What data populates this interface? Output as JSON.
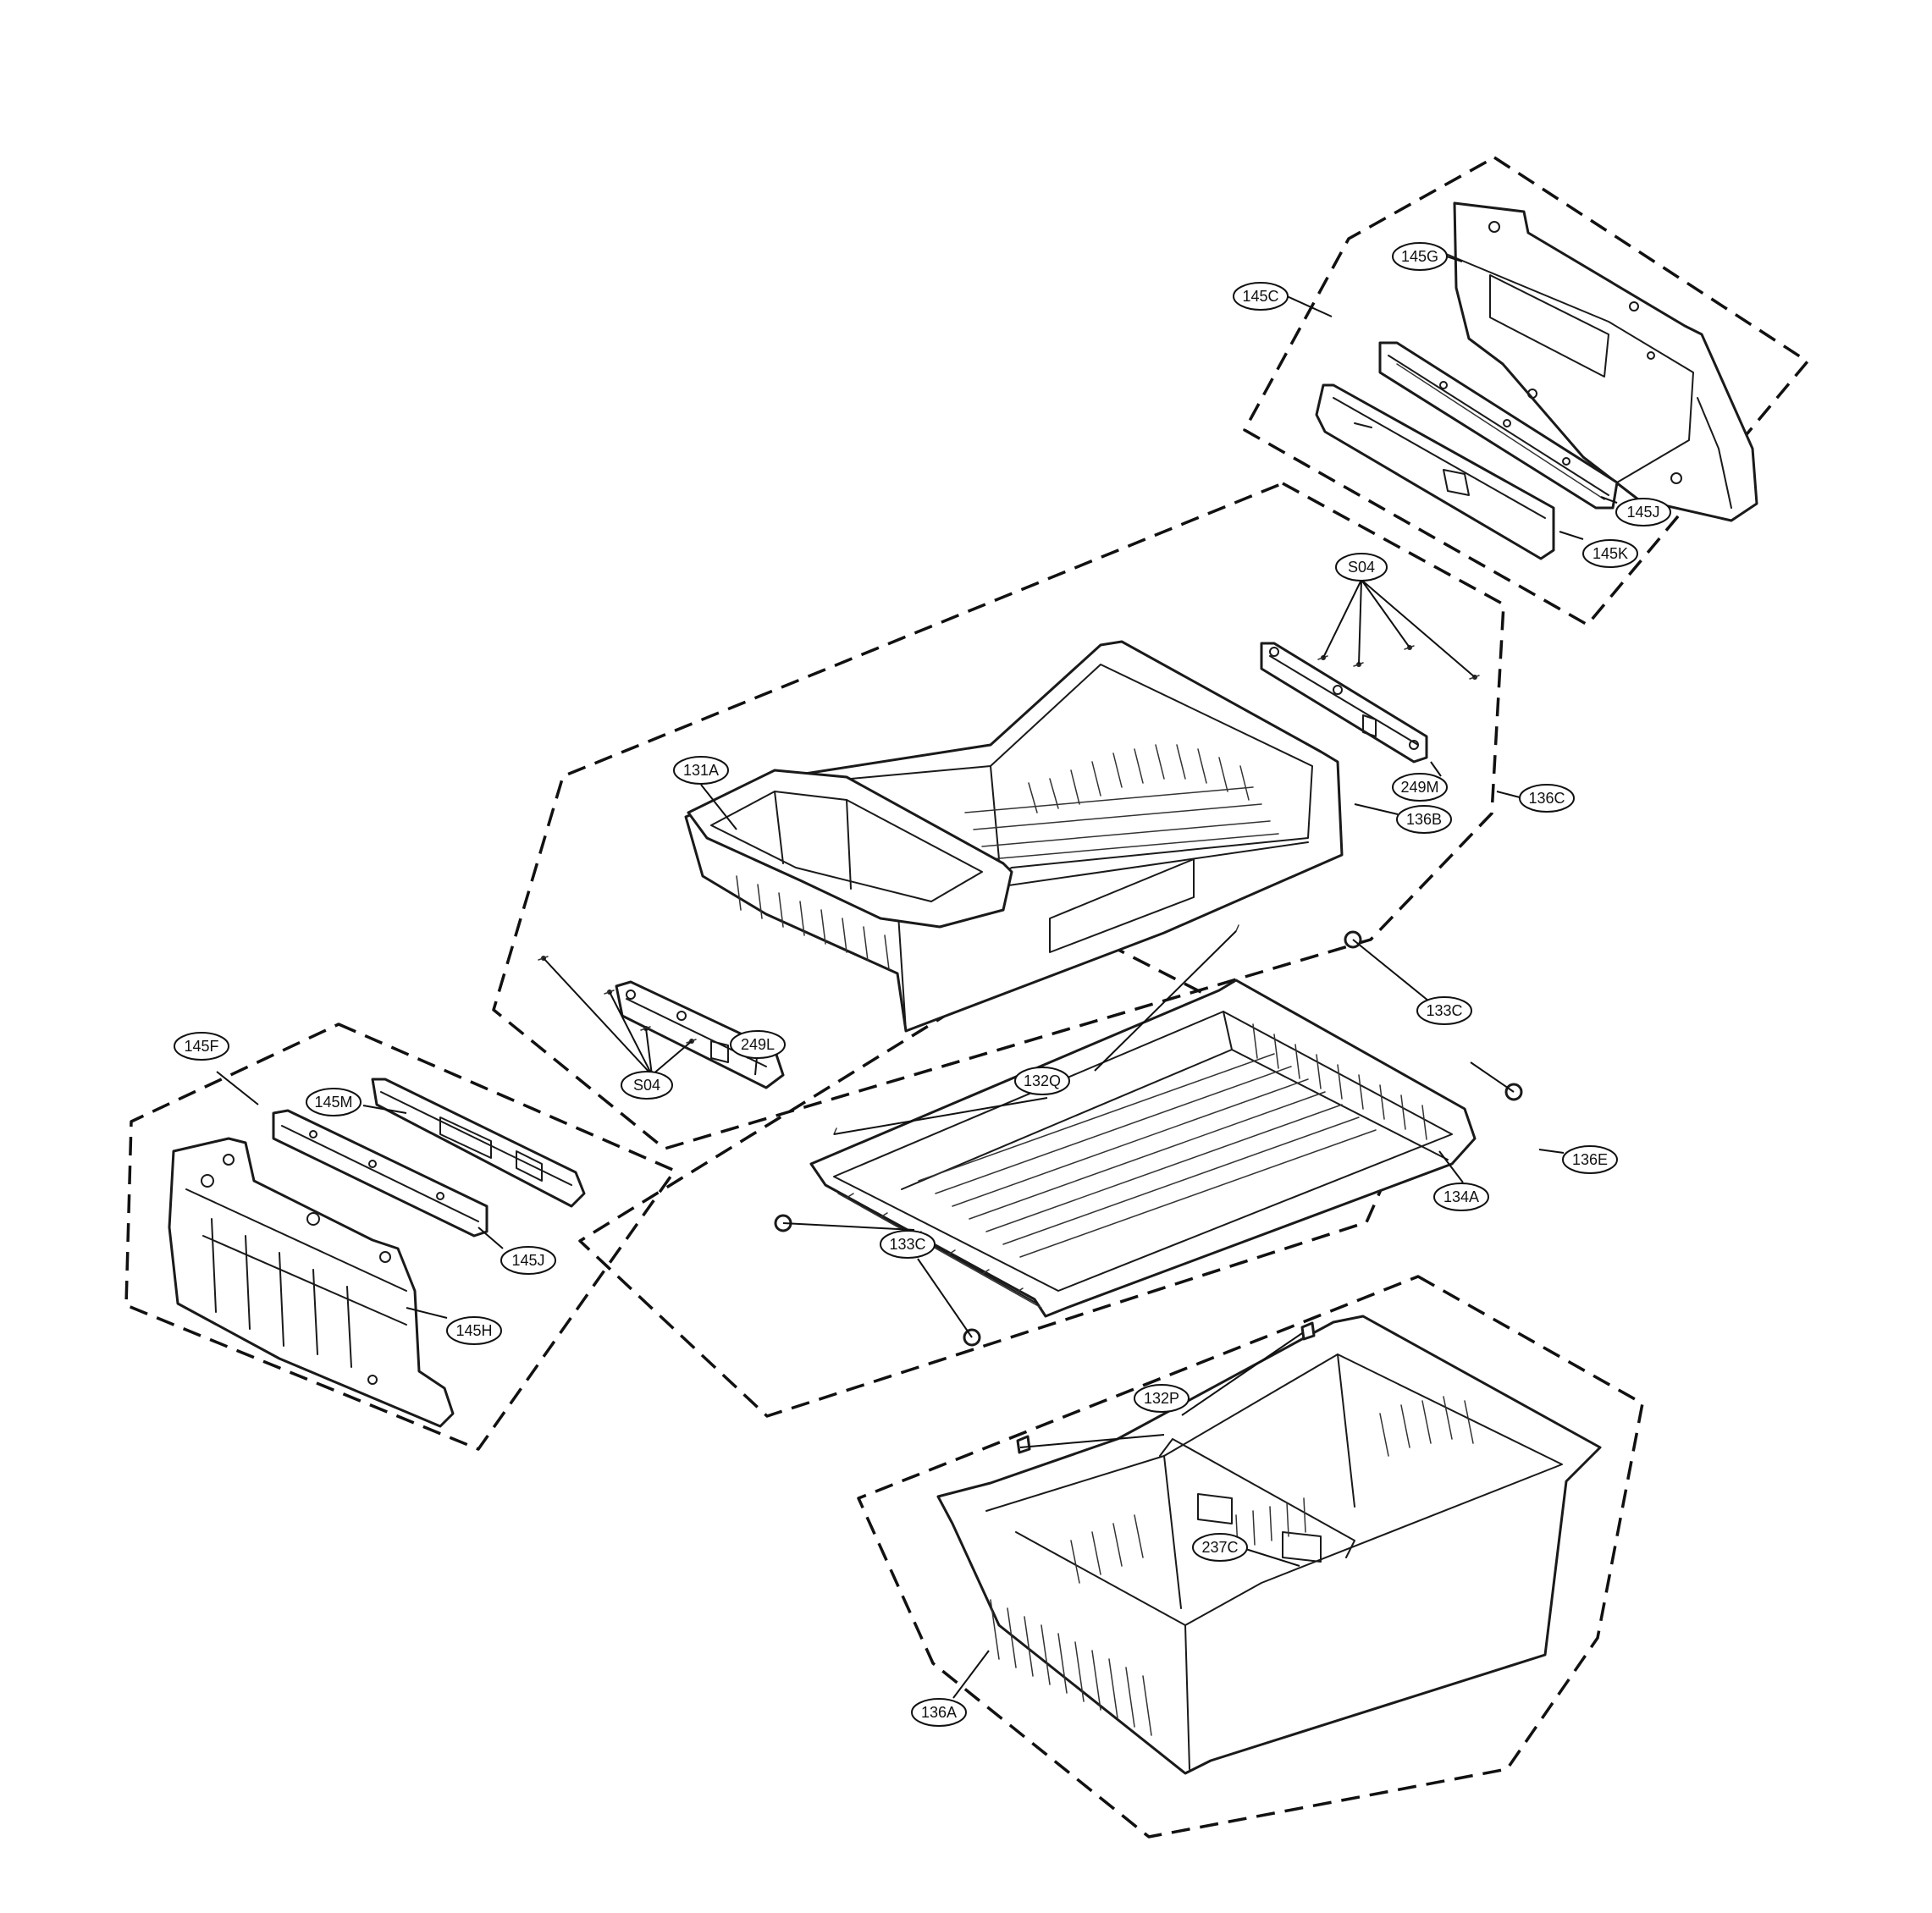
{
  "callouts": [
    {
      "id": "145C",
      "label": "145C"
    },
    {
      "id": "145G",
      "label": "145G"
    },
    {
      "id": "145J-top",
      "label": "145J"
    },
    {
      "id": "145K",
      "label": "145K"
    },
    {
      "id": "S04-top",
      "label": "S04"
    },
    {
      "id": "249M",
      "label": "249M"
    },
    {
      "id": "136C",
      "label": "136C"
    },
    {
      "id": "131A",
      "label": "131A"
    },
    {
      "id": "136B",
      "label": "136B"
    },
    {
      "id": "133C-top",
      "label": "133C"
    },
    {
      "id": "249L",
      "label": "249L"
    },
    {
      "id": "S04-bottom",
      "label": "S04"
    },
    {
      "id": "132Q",
      "label": "132Q"
    },
    {
      "id": "136E",
      "label": "136E"
    },
    {
      "id": "134A",
      "label": "134A"
    },
    {
      "id": "145F",
      "label": "145F"
    },
    {
      "id": "145M",
      "label": "145M"
    },
    {
      "id": "145J-bottom",
      "label": "145J"
    },
    {
      "id": "133C-bottom",
      "label": "133C"
    },
    {
      "id": "145H",
      "label": "145H"
    },
    {
      "id": "132P",
      "label": "132P"
    },
    {
      "id": "237C",
      "label": "237C"
    },
    {
      "id": "136A",
      "label": "136A"
    }
  ]
}
